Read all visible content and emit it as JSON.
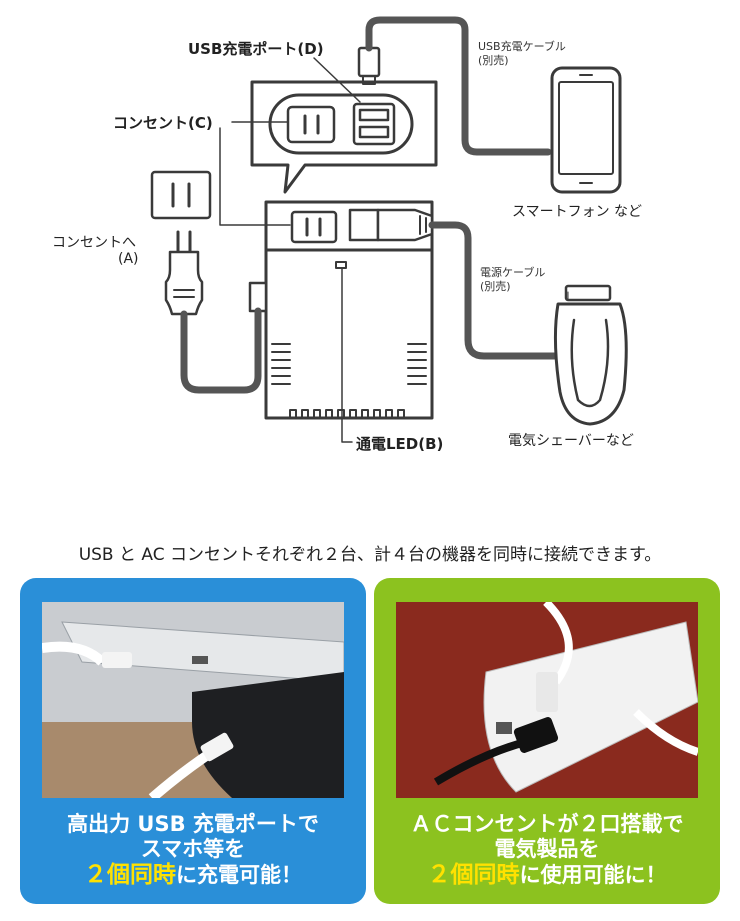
{
  "diagram": {
    "usb_port_label": "USB充電ポート(D)",
    "outlet_label": "コンセント(C)",
    "to_outlet_label_line1": "コンセントへ",
    "to_outlet_label_line2": "(A)",
    "led_label": "通電LED(B)",
    "usb_cable_label_line1": "USB充電ケーブル",
    "usb_cable_label_line2": "(別売)",
    "phone_label": "スマートフォン など",
    "power_cable_label_line1": "電源ケーブル",
    "power_cable_label_line2": "(別売)",
    "shaver_label": "電気シェーバーなど"
  },
  "caption": "USB と AC コンセントそれぞれ２台、計４台の機器を同時に接続できます。",
  "panels": {
    "left": {
      "color": "#2a8fd8",
      "line1": "高出力 USB 充電ポートで",
      "line2": "スマホ等を",
      "highlight": "２個同時",
      "line3_rest": "に充電可能！"
    },
    "right": {
      "color": "#8cc21f",
      "line1": "ＡＣコンセントが２口搭載で",
      "line2": "電気製品を",
      "highlight": "２個同時",
      "line3_rest": "に使用可能に！"
    }
  },
  "colors": {
    "highlight": "#ffe100",
    "line": "#3a3a3a"
  }
}
